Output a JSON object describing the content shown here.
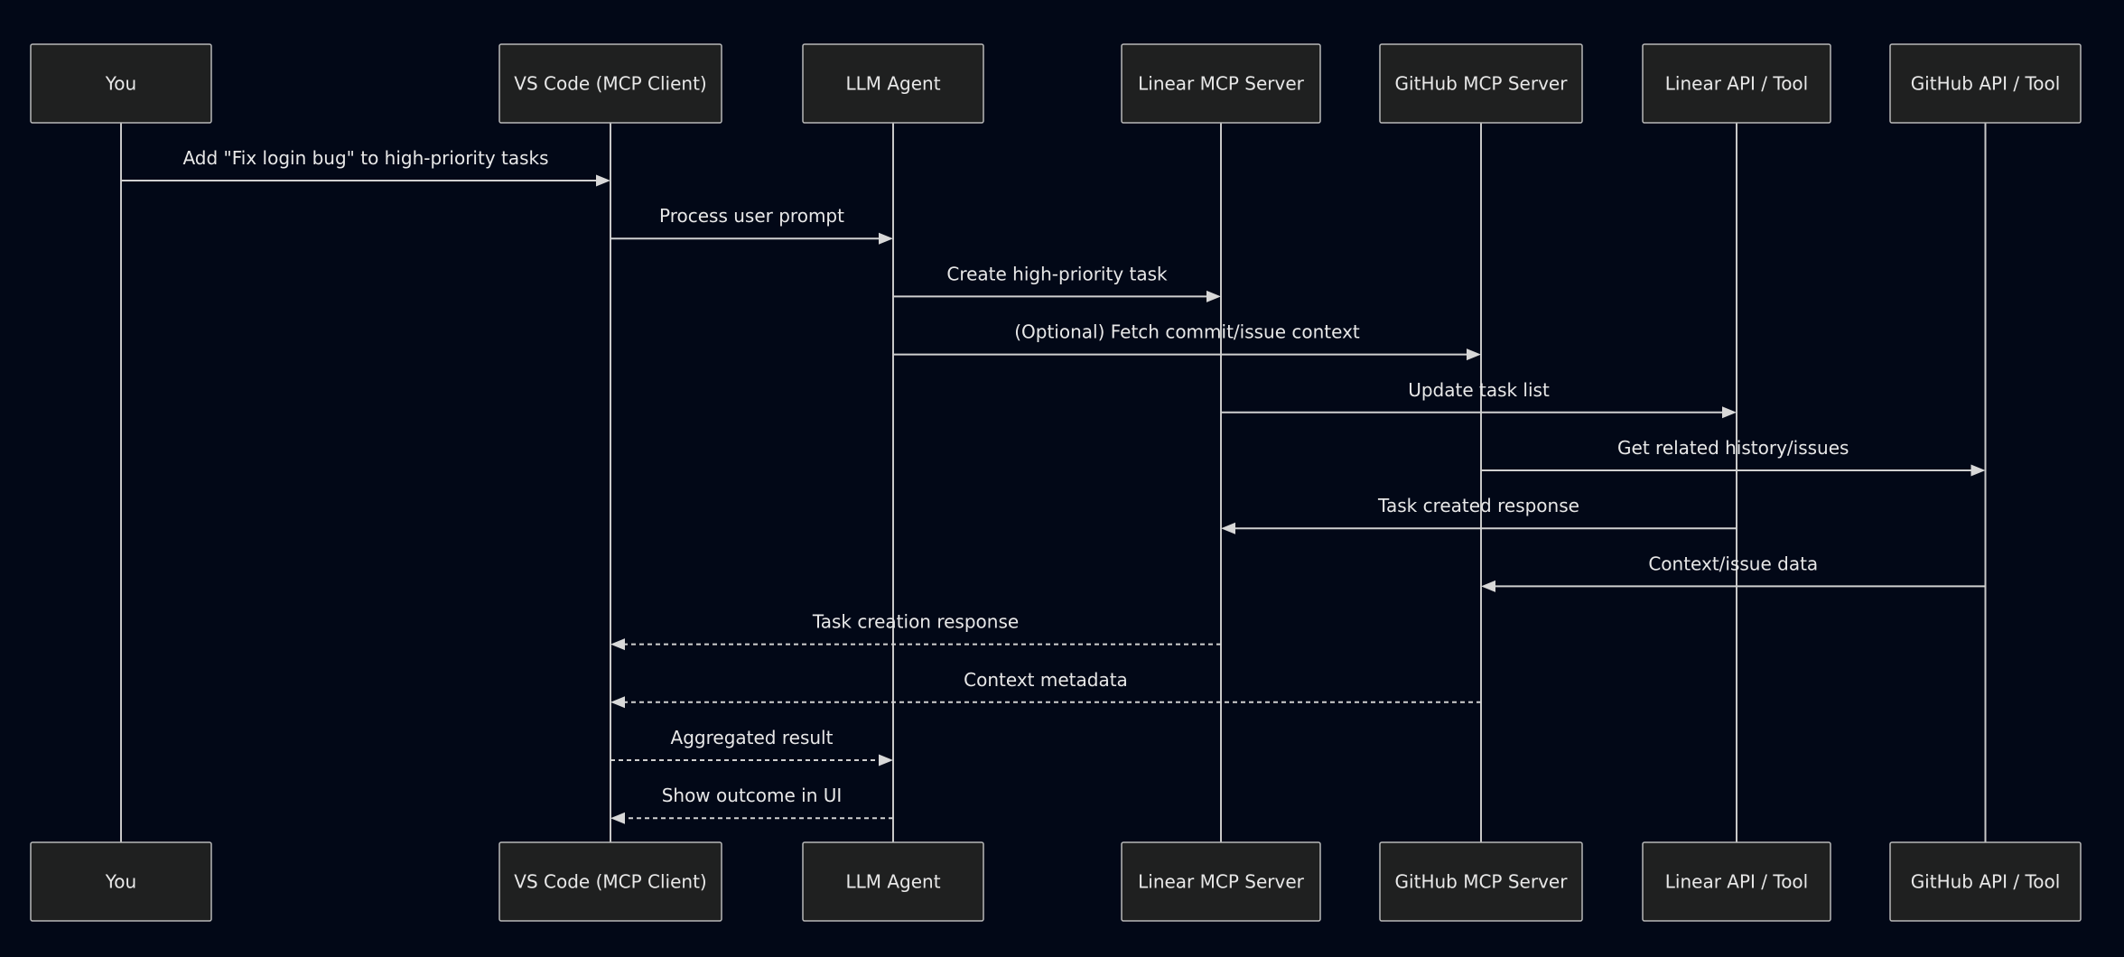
{
  "participants": [
    {
      "id": "you",
      "label": "You"
    },
    {
      "id": "vscode",
      "label": "VS Code (MCP Client)"
    },
    {
      "id": "llm",
      "label": "LLM Agent"
    },
    {
      "id": "linear_mcp",
      "label": "Linear MCP Server"
    },
    {
      "id": "github_mcp",
      "label": "GitHub MCP Server"
    },
    {
      "id": "linear_api",
      "label": "Linear API / Tool"
    },
    {
      "id": "github_api",
      "label": "GitHub API / Tool"
    }
  ],
  "messages": [
    {
      "from": "you",
      "to": "vscode",
      "label": "Add \"Fix login bug\" to high-priority tasks",
      "style": "solid"
    },
    {
      "from": "vscode",
      "to": "llm",
      "label": "Process user prompt",
      "style": "solid"
    },
    {
      "from": "llm",
      "to": "linear_mcp",
      "label": "Create high-priority task",
      "style": "solid"
    },
    {
      "from": "llm",
      "to": "github_mcp",
      "label": "(Optional) Fetch commit/issue context",
      "style": "solid"
    },
    {
      "from": "linear_mcp",
      "to": "linear_api",
      "label": "Update task list",
      "style": "solid"
    },
    {
      "from": "github_mcp",
      "to": "github_api",
      "label": "Get related history/issues",
      "style": "solid"
    },
    {
      "from": "linear_api",
      "to": "linear_mcp",
      "label": "Task created response",
      "style": "solid"
    },
    {
      "from": "github_api",
      "to": "github_mcp",
      "label": "Context/issue data",
      "style": "solid"
    },
    {
      "from": "linear_mcp",
      "to": "vscode",
      "label": "Task creation response",
      "style": "dashed"
    },
    {
      "from": "github_mcp",
      "to": "vscode",
      "label": "Context metadata",
      "style": "dashed"
    },
    {
      "from": "vscode",
      "to": "llm",
      "label": "Aggregated result",
      "style": "dashed"
    },
    {
      "from": "llm",
      "to": "vscode",
      "label": "Show outcome in UI",
      "style": "dashed"
    }
  ],
  "colors": {
    "background": "#020817",
    "box_fill": "#1f2020",
    "box_stroke": "#b8b8b8",
    "line": "#d0d0d0",
    "text": "#e8e8e8"
  }
}
